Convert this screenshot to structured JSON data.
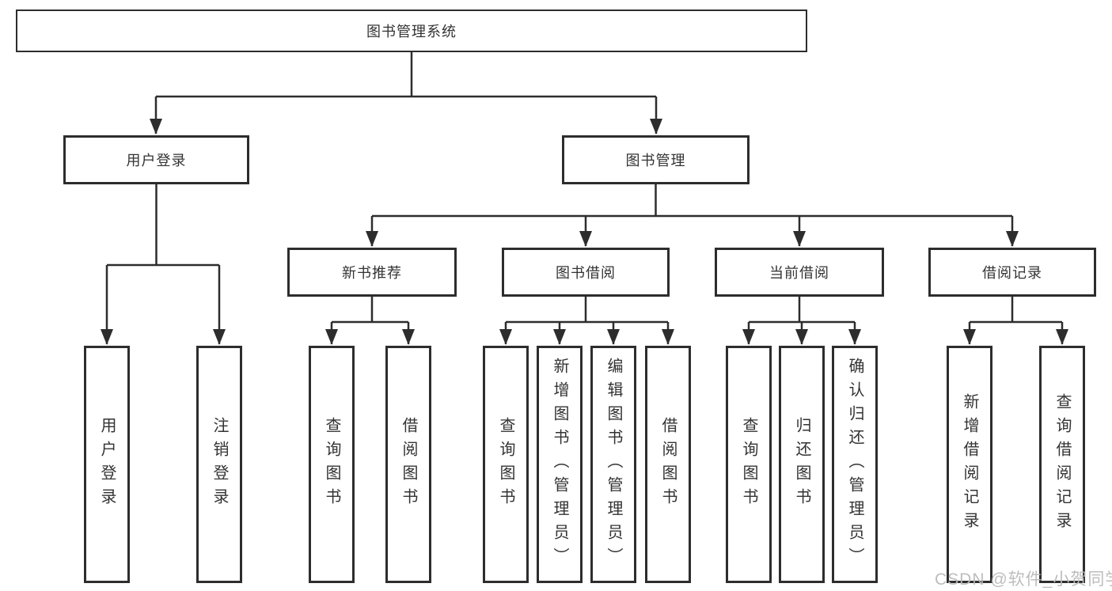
{
  "tree": {
    "root": "图书管理系统",
    "level2": [
      {
        "label": "用户登录",
        "children": [
          "用户登录",
          "注销登录"
        ]
      },
      {
        "label": "图书管理",
        "children": [
          {
            "label": "新书推荐",
            "children": [
              "查询图书",
              "借阅图书"
            ]
          },
          {
            "label": "图书借阅",
            "children": [
              "查询图书",
              "新增图书（管理员）",
              "编辑图书（管理员）",
              "借阅图书"
            ]
          },
          {
            "label": "当前借阅",
            "children": [
              "查询图书",
              "归还图书",
              "确认归还（管理员）"
            ]
          },
          {
            "label": "借阅记录",
            "children": [
              "新增借阅记录",
              "查询借阅记录"
            ]
          }
        ]
      }
    ]
  },
  "watermark": "CSDN @软件_小贺同学",
  "colors": {
    "line": "#2d2d2d",
    "border": "#2d2d2d",
    "text": "#333333",
    "watermark": "#b9b9b9",
    "background": "#ffffff"
  }
}
